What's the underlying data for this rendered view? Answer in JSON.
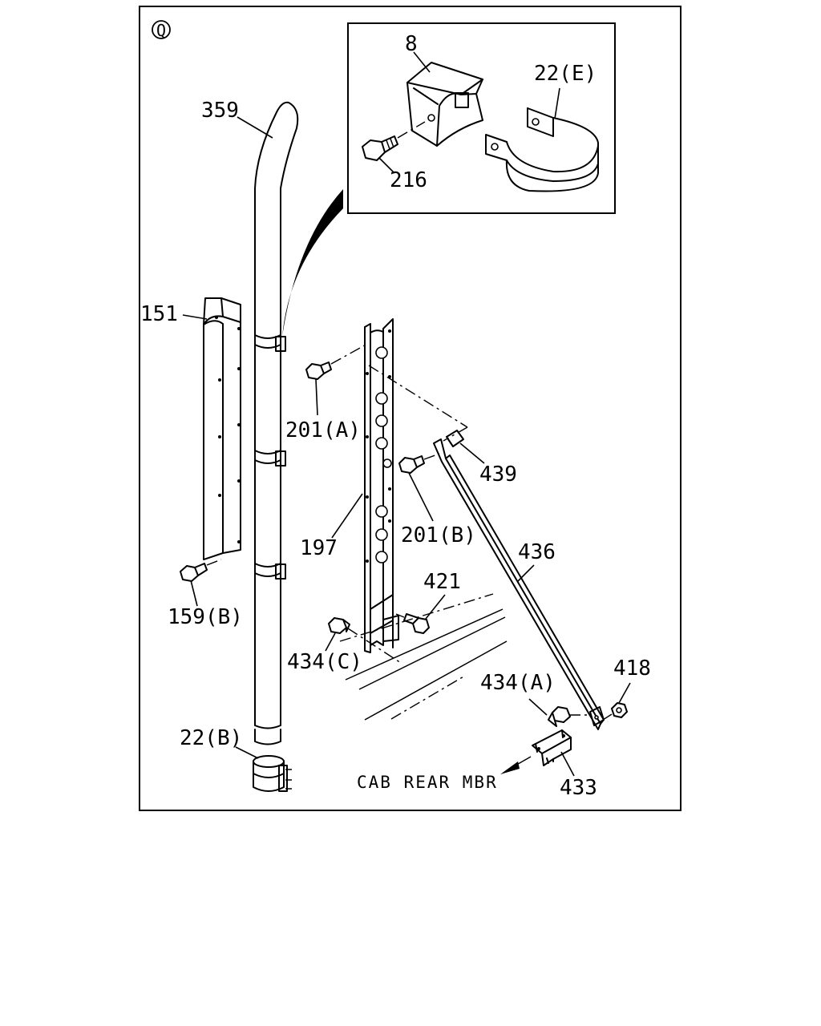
{
  "sheet": {
    "marker": "Q",
    "direction_note": "CAB REAR MBR"
  },
  "callouts": [
    {
      "id": "c-8",
      "text": "8"
    },
    {
      "id": "c-22e",
      "text": "22(E)"
    },
    {
      "id": "c-216",
      "text": "216"
    },
    {
      "id": "c-359",
      "text": "359"
    },
    {
      "id": "c-151",
      "text": "151"
    },
    {
      "id": "c-201a",
      "text": "201(A)"
    },
    {
      "id": "c-439",
      "text": "439"
    },
    {
      "id": "c-197",
      "text": "197"
    },
    {
      "id": "c-201b",
      "text": "201(B)"
    },
    {
      "id": "c-436",
      "text": "436"
    },
    {
      "id": "c-421",
      "text": "421"
    },
    {
      "id": "c-159b",
      "text": "159(B)"
    },
    {
      "id": "c-434c",
      "text": "434(C)"
    },
    {
      "id": "c-418",
      "text": "418"
    },
    {
      "id": "c-434a",
      "text": "434(A)"
    },
    {
      "id": "c-22b",
      "text": "22(B)"
    },
    {
      "id": "c-433",
      "text": "433"
    }
  ]
}
